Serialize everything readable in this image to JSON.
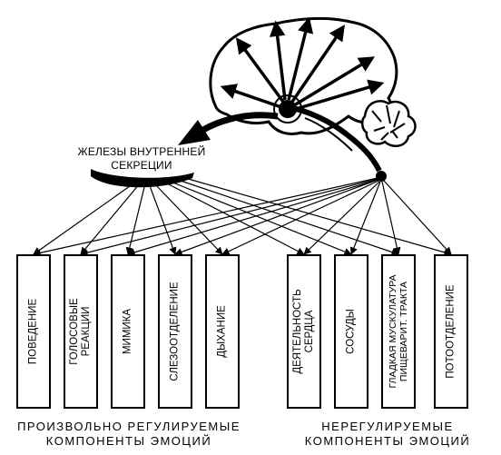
{
  "glands": {
    "line1": "ЖЕЛЕЗЫ ВНУТРЕННЕЙ",
    "line2": "СЕКРЕЦИИ"
  },
  "voluntary_components": [
    {
      "key": "behavior",
      "lines": [
        "ПОВЕДЕНИЕ"
      ]
    },
    {
      "key": "voice",
      "lines": [
        "ГОЛОСОВЫЕ",
        "РЕАКЦИИ"
      ]
    },
    {
      "key": "mimicry",
      "lines": [
        "МИМИКА"
      ]
    },
    {
      "key": "tears",
      "lines": [
        "СЛЕЗООТДЕЛЕНИЕ"
      ]
    },
    {
      "key": "breathing",
      "lines": [
        "ДЫХАНИЕ"
      ]
    }
  ],
  "involuntary_components": [
    {
      "key": "heart",
      "lines": [
        "ДЕЯТЕЛЬНОСТЬ",
        "СЕРДЦА"
      ]
    },
    {
      "key": "vessels",
      "lines": [
        "СОСУДЫ"
      ]
    },
    {
      "key": "gut",
      "lines": [
        "ГЛАДКАЯ МУСКУЛАТУРА",
        "ПИЩЕВАРИТ. ТРАКТА"
      ]
    },
    {
      "key": "sweat",
      "lines": [
        "ПОТООТДЕЛЕНИЕ"
      ]
    }
  ],
  "footer": {
    "voluntary": {
      "line1": "ПРОИЗВОЛЬНО РЕГУЛИРУЕМЫЕ",
      "line2": "КОМПОНЕНТЫ ЭМОЦИЙ"
    },
    "involuntary": {
      "line1": "НЕРЕГУЛИРУЕМЫЕ",
      "line2": "КОМПОНЕНТЫ ЭМОЦИЙ"
    }
  },
  "colors": {
    "ink": "#000000",
    "paper": "#ffffff"
  }
}
